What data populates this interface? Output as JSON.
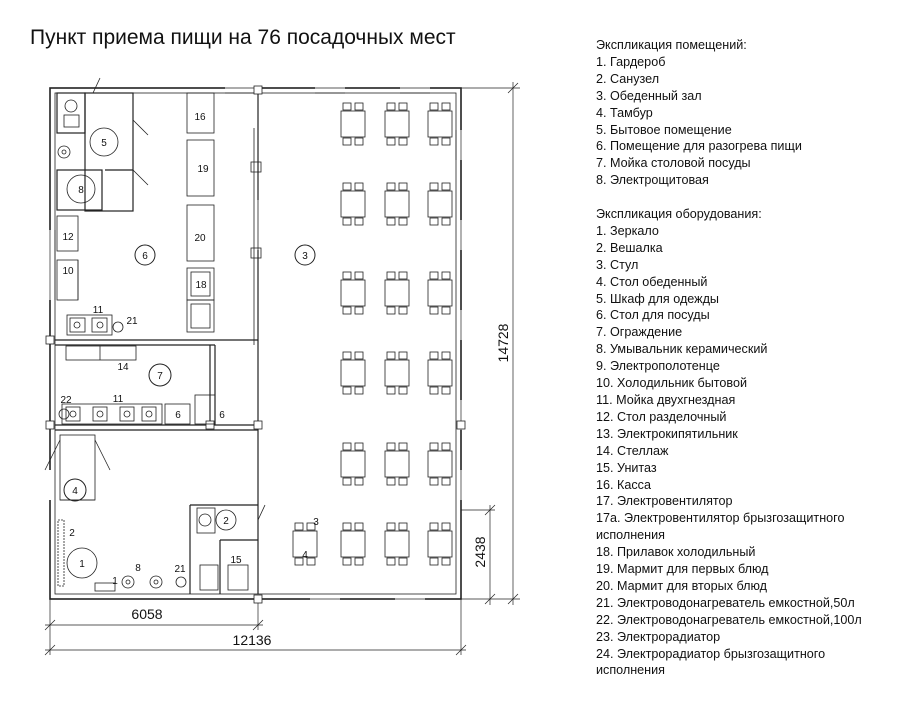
{
  "title": "Пункт приема пищи на 76 посадочных мест",
  "rooms_legend": {
    "heading": "Экспликация помещений:",
    "items": [
      "1. Гардероб",
      "2. Санузел",
      "3. Обеденный зал",
      "4. Тамбур",
      "5. Бытовое помещение",
      "6. Помещение для разогрева пищи",
      "7. Мойка столовой посуды",
      "8. Электрощитовая"
    ]
  },
  "equipment_legend": {
    "heading": "Экспликация оборудования:",
    "items": [
      "1. Зеркало",
      "2. Вешалка",
      "3. Стул",
      "4. Стол обеденный",
      "5. Шкаф для одежды",
      "6. Стол для посуды",
      "7. Ограждение",
      "8. Умывальник керамический",
      "9. Электрополотенце",
      "10. Холодильник бытовой",
      "11. Мойка двухгнездная",
      "12. Стол разделочный",
      "13. Электрокипятильник",
      "14. Стеллаж",
      "15. Унитаз",
      "16. Касса",
      "17. Электровентилятор",
      "17а. Электровентилятор брызгозащитного исполнения",
      "18. Прилавок холодильный",
      "19. Мармит для первых блюд",
      "20. Мармит для вторых блюд",
      "21. Электроводонагреватель емкостной,50л",
      "22. Электроводонагреватель емкостной,100л",
      "23. Электрорадиатор",
      "24. Электрорадиатор брызгозащитного исполнения"
    ]
  },
  "dimensions": {
    "height_total": "14728",
    "height_partial": "2438",
    "width_partial": "6058",
    "width_total": "12136"
  },
  "room_labels": {
    "r1": "1",
    "r2": "2",
    "r3": "3",
    "r4": "4",
    "r5": "5",
    "r6": "6",
    "r7": "7",
    "r8": "8"
  },
  "equipment_labels": {
    "e16": "16",
    "e19": "19",
    "e20": "20",
    "e18": "18",
    "e12": "12",
    "e10": "10",
    "e11a": "11",
    "e21a": "21",
    "e14": "14",
    "e22": "22",
    "e11b": "11",
    "e6a": "6",
    "e6b": "6",
    "e2": "2",
    "e8": "8",
    "e1": "1",
    "e21b": "21",
    "e15": "15",
    "e3": "3",
    "e4": "4"
  }
}
